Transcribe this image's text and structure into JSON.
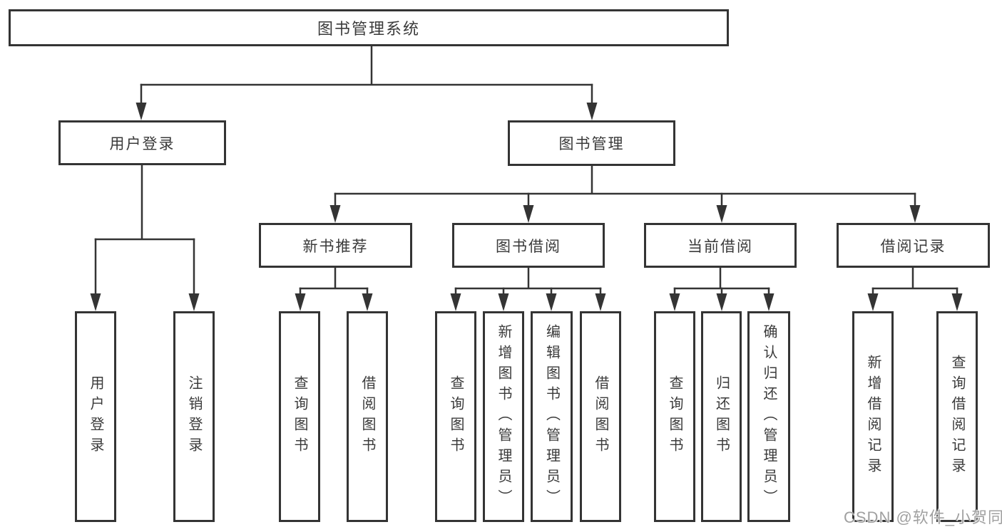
{
  "colors": {
    "line": "#343434",
    "text": "#3a3a3a",
    "background": "#ffffff",
    "watermark": "#a0a0a0"
  },
  "watermark": {
    "text": "CSDN @软件_小贺同学"
  },
  "tree": {
    "root": {
      "label": "图书管理系统",
      "children": [
        {
          "label": "用户登录",
          "children": [
            {
              "label": "用户登录"
            },
            {
              "label": "注销登录"
            }
          ]
        },
        {
          "label": "图书管理",
          "children": [
            {
              "label": "新书推荐",
              "children": [
                {
                  "label": "查询图书"
                },
                {
                  "label": "借阅图书"
                }
              ]
            },
            {
              "label": "图书借阅",
              "children": [
                {
                  "label": "查询图书"
                },
                {
                  "label": "新增图书（管理员）"
                },
                {
                  "label": "编辑图书（管理员）"
                },
                {
                  "label": "借阅图书"
                }
              ]
            },
            {
              "label": "当前借阅",
              "children": [
                {
                  "label": "查询图书"
                },
                {
                  "label": "归还图书"
                },
                {
                  "label": "确认归还（管理员）"
                }
              ]
            },
            {
              "label": "借阅记录",
              "children": [
                {
                  "label": "新增借阅记录"
                },
                {
                  "label": "查询借阅记录"
                }
              ]
            }
          ]
        }
      ]
    }
  }
}
